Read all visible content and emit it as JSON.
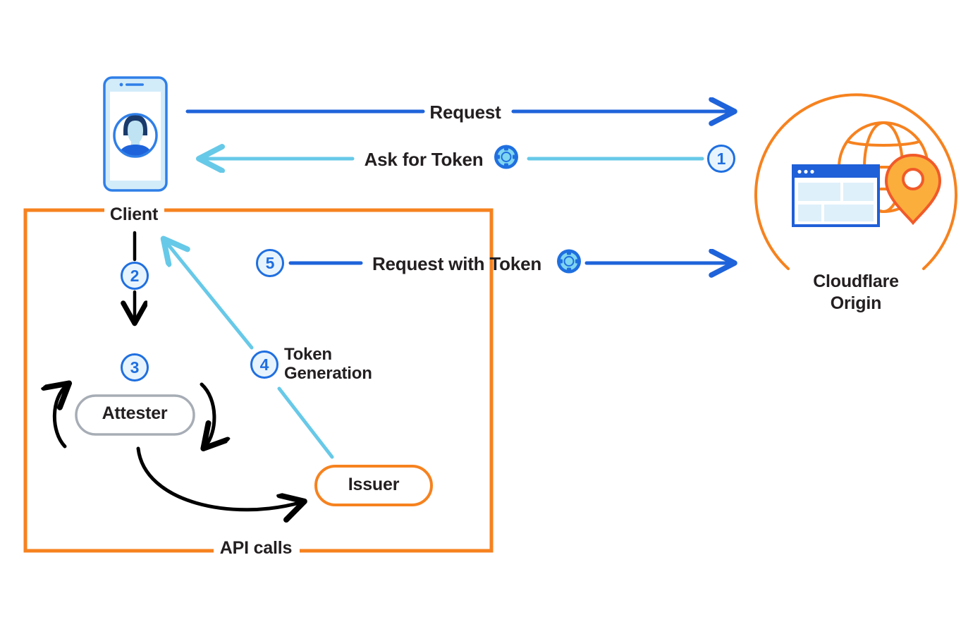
{
  "diagram": {
    "title": "Privacy Pass token issuance and redemption flow",
    "colors": {
      "blue_dark": "#1f63da",
      "blue_accent": "#1f6fe0",
      "blue_light": "#67c9e8",
      "orange": "#f6821f",
      "gray_border": "#a7adb5",
      "text": "#231f20",
      "panel_light_blue": "#d9edf9",
      "avatar_navy": "#1a3a6b"
    },
    "nodes": {
      "client": {
        "label": "Client",
        "icon": "mobile-phone-user-icon"
      },
      "attester": {
        "label": "Attester",
        "shape": "pill",
        "border": "#a7adb5"
      },
      "issuer": {
        "label": "Issuer",
        "shape": "pill",
        "border": "#f6821f"
      },
      "origin": {
        "label": "Cloudflare\nOrigin",
        "icon": "globe-browser-pin-icon"
      }
    },
    "boundary": {
      "top_label": "Client",
      "bottom_label": "API calls",
      "color": "#f6821f"
    },
    "flows": [
      {
        "step": "",
        "label": "Request",
        "color": "#1f63da",
        "direction": "client-to-origin",
        "has_token_icon": false
      },
      {
        "step": "1",
        "label": "Ask for Token",
        "color": "#67c9e8",
        "direction": "origin-to-client",
        "has_token_icon": true
      },
      {
        "step": "2",
        "label": "",
        "color": "#000000",
        "direction": "client-to-attester",
        "has_token_icon": false
      },
      {
        "step": "3",
        "label": "",
        "color": "#000000",
        "direction": "attester-loop",
        "has_token_icon": false
      },
      {
        "step": "4",
        "label": "Token\nGeneration",
        "color": "#67c9e8",
        "direction": "issuer-to-client",
        "has_token_icon": false
      },
      {
        "step": "5",
        "label": "Request with Token",
        "color": "#1f63da",
        "direction": "client-to-origin",
        "has_token_icon": true
      }
    ],
    "steps": [
      {
        "id": "1",
        "number": "1"
      },
      {
        "id": "2",
        "number": "2"
      },
      {
        "id": "3",
        "number": "3"
      },
      {
        "id": "4",
        "number": "4"
      },
      {
        "id": "5",
        "number": "5"
      }
    ],
    "labels": {
      "request": "Request",
      "ask_for_token": "Ask for Token",
      "request_with_token": "Request with Token",
      "token_generation": "Token\nGeneration",
      "client": "Client",
      "api_calls": "API calls",
      "attester": "Attester",
      "issuer": "Issuer",
      "cloudflare_origin": "Cloudflare\nOrigin"
    },
    "icons": {
      "token": "privacy-pass-token-icon",
      "phone": "mobile-phone-icon",
      "avatar": "user-avatar-icon",
      "globe": "globe-icon",
      "browser": "browser-window-icon",
      "pin": "map-pin-icon"
    }
  }
}
